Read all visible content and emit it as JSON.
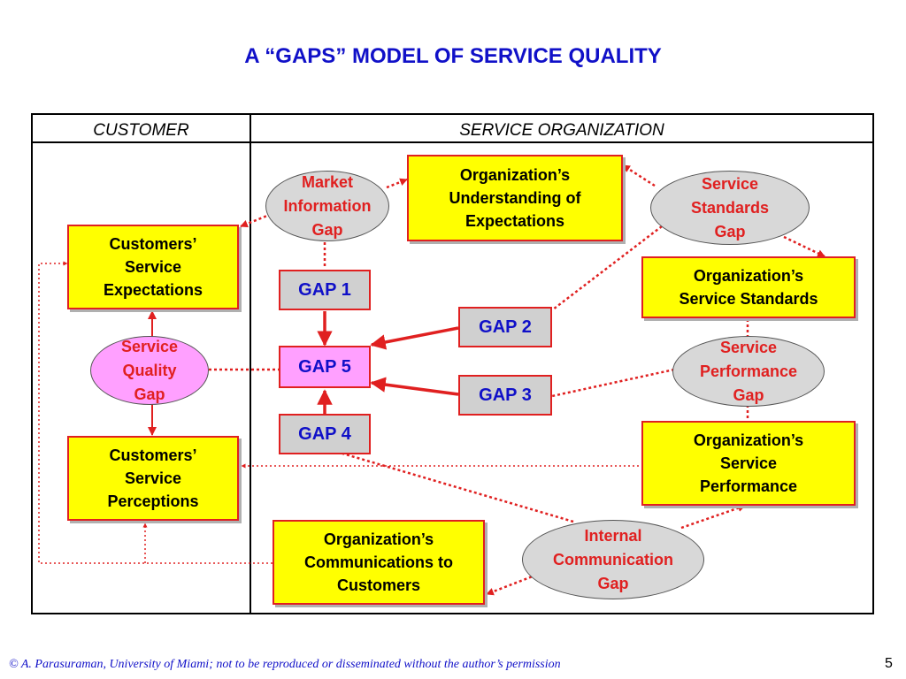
{
  "title": "A “GAPS” MODEL OF SERVICE QUALITY",
  "columns": {
    "customer": "CUSTOMER",
    "organization": "SERVICE ORGANIZATION"
  },
  "boxes": {
    "customer_expectations": "Customers’\nService\nExpectations",
    "customer_perceptions": "Customers’\nService\nPerceptions",
    "org_understanding": "Organization’s\nUnderstanding of\nExpectations",
    "org_standards": "Organization’s\nService Standards",
    "org_performance": "Organization’s\nService\nPerformance",
    "org_communications": "Organization’s\nCommunications to\nCustomers"
  },
  "ovals": {
    "market_info_gap": "Market\nInformation\nGap",
    "service_standards_gap": "Service\nStandards\nGap",
    "service_quality_gap": "Service\nQuality\nGap",
    "service_performance_gap": "Service\nPerformance\nGap",
    "internal_comm_gap": "Internal\nCommunication\nGap"
  },
  "gaps": {
    "gap1": "GAP 1",
    "gap2": "GAP 2",
    "gap3": "GAP 3",
    "gap4": "GAP 4",
    "gap5": "GAP 5"
  },
  "footer": "© A. Parasuraman, University of Miami; not to be reproduced or disseminated without the author’s permission",
  "page_number": "5",
  "colors": {
    "title_blue": "#1010c8",
    "box_yellow": "#ffff00",
    "border_red": "#e02020",
    "oval_gray": "#d8d8d8",
    "oval_pink": "#ffa0ff",
    "gap_gray": "#d0d0d0"
  }
}
